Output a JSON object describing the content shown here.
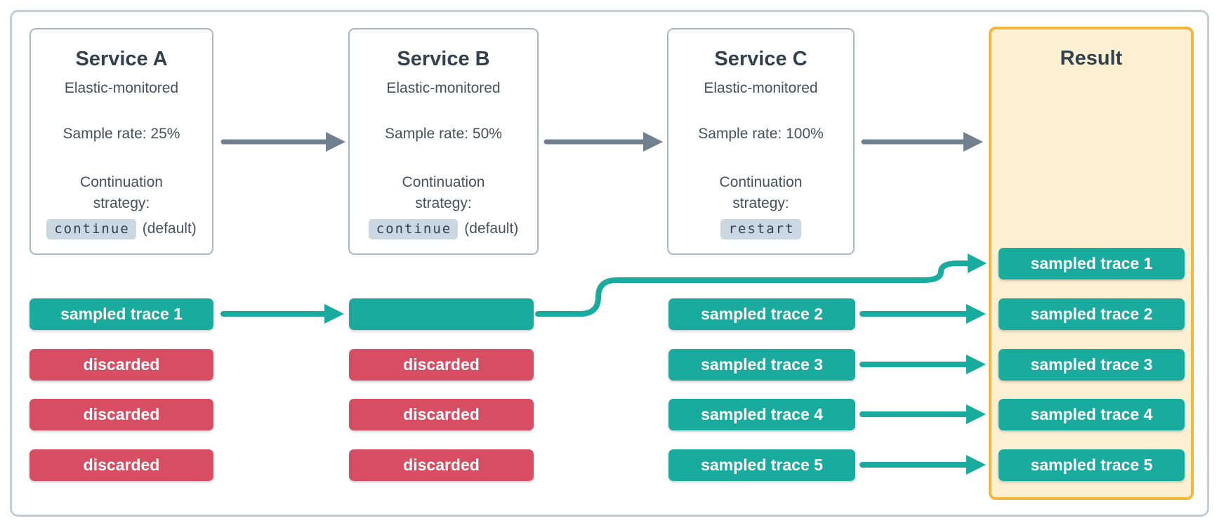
{
  "colors": {
    "teal": "#19AB9D",
    "red": "#D74E63",
    "slate": "#32414E",
    "muted": "#43525E",
    "arrow_gray": "#70808F",
    "box_border": "#A7B7C4",
    "outer_border": "#C3CDD7",
    "badge_bg": "#CCD8E1",
    "result_bg": "#FBF0D2",
    "result_border": "#F3B73B",
    "pill_text": "#FFFFFF"
  },
  "services": [
    {
      "title": "Service A",
      "subtitle": "Elastic-monitored",
      "sample_rate": "Sample rate: 25%",
      "strategy_label": "Continuation strategy:",
      "strategy_value": "continue",
      "strategy_note": "(default)"
    },
    {
      "title": "Service B",
      "subtitle": "Elastic-monitored",
      "sample_rate": "Sample rate: 50%",
      "strategy_label": "Continuation strategy:",
      "strategy_value": "continue",
      "strategy_note": "(default)"
    },
    {
      "title": "Service C",
      "subtitle": "Elastic-monitored",
      "sample_rate": "Sample rate: 100%",
      "strategy_label": "Continuation strategy:",
      "strategy_value": "restart",
      "strategy_note": ""
    }
  ],
  "columns": [
    {
      "service": "Service A",
      "pills": [
        {
          "label": "sampled trace 1",
          "type": "sampled"
        },
        {
          "label": "discarded",
          "type": "discarded"
        },
        {
          "label": "discarded",
          "type": "discarded"
        },
        {
          "label": "discarded",
          "type": "discarded"
        }
      ]
    },
    {
      "service": "Service B",
      "pills": [
        {
          "label": "",
          "type": "sampled"
        },
        {
          "label": "discarded",
          "type": "discarded"
        },
        {
          "label": "discarded",
          "type": "discarded"
        },
        {
          "label": "discarded",
          "type": "discarded"
        }
      ]
    },
    {
      "service": "Service C",
      "pills": [
        {
          "label": "sampled trace 2",
          "type": "sampled"
        },
        {
          "label": "sampled trace 3",
          "type": "sampled"
        },
        {
          "label": "sampled trace 4",
          "type": "sampled"
        },
        {
          "label": "sampled trace 5",
          "type": "sampled"
        }
      ]
    }
  ],
  "result": {
    "title": "Result",
    "pills": [
      "sampled trace 1",
      "sampled trace 2",
      "sampled trace 3",
      "sampled trace 4",
      "sampled trace 5"
    ]
  }
}
